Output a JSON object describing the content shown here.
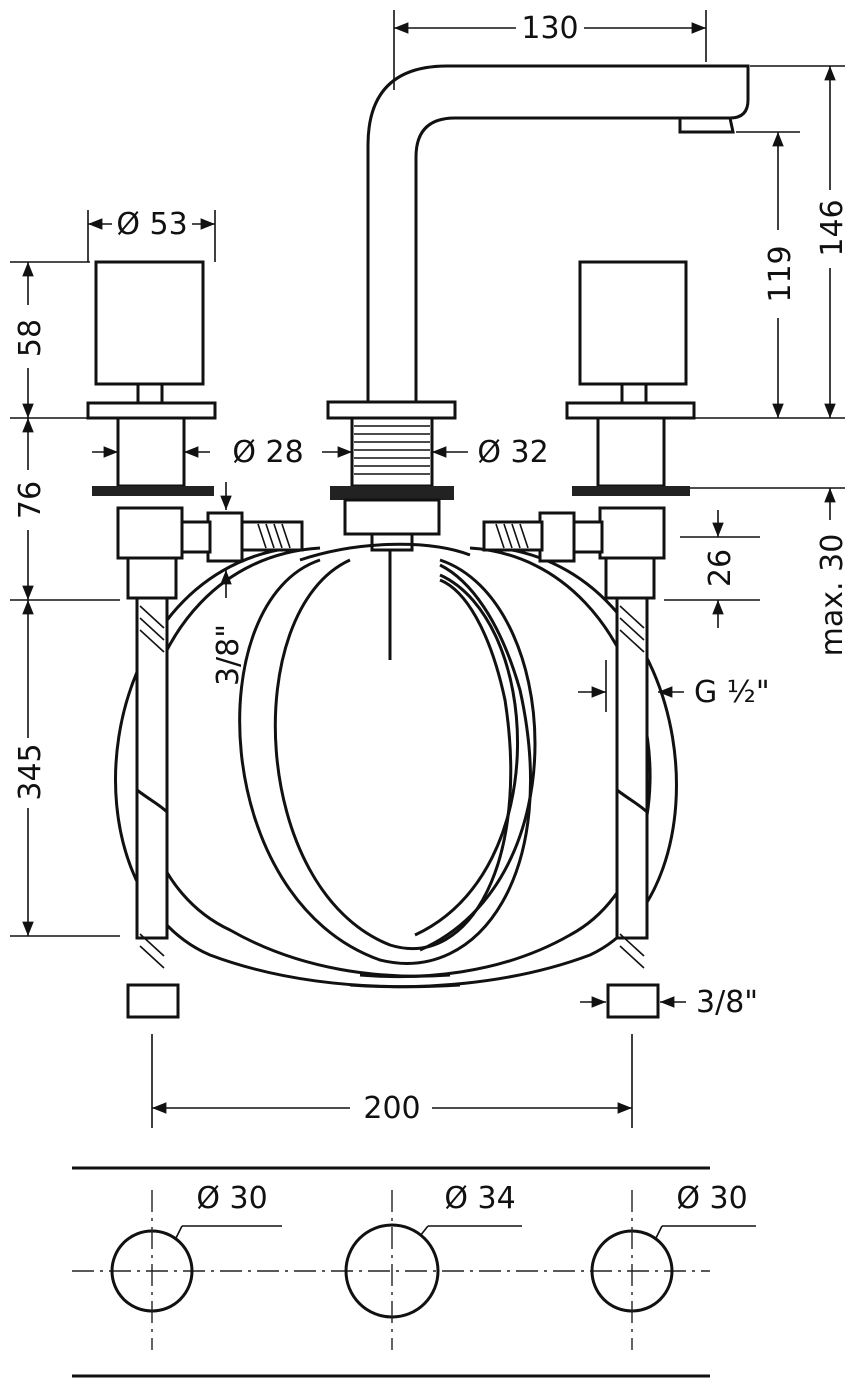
{
  "dimensions": {
    "spout_reach": "130",
    "handle_diameter": "Ø 53",
    "handle_height": "58",
    "body_height": "76",
    "hose_length": "345",
    "stem_diameter": "Ø 28",
    "spout_base_diameter": "Ø 32",
    "spout_outlet_height": "119",
    "spout_total_height": "146",
    "connection_offset": "26",
    "max_thickness": "max. 30",
    "inlet_thread": "3/8\"",
    "supply_thread": "G ½\"",
    "supply_end_thread": "3/8\"",
    "center_spacing": "200",
    "hole_left": "Ø 30",
    "hole_center": "Ø 34",
    "hole_right": "Ø 30"
  }
}
